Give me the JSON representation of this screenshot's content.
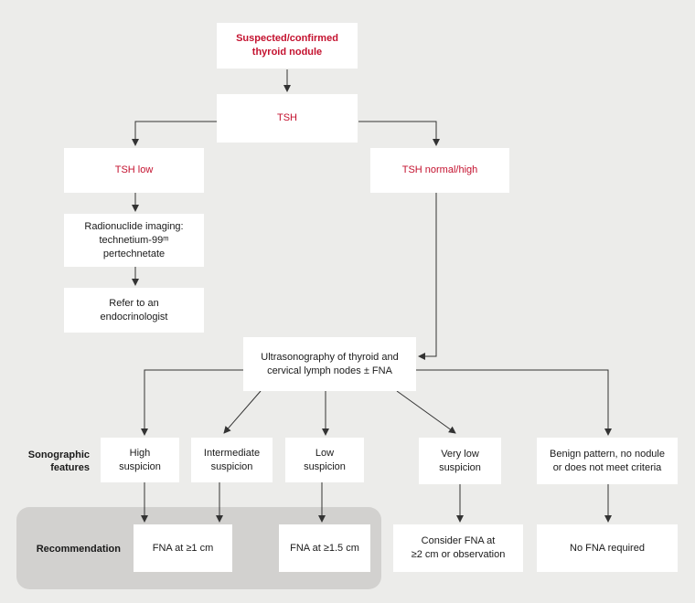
{
  "nodes": {
    "start": {
      "lines": [
        "Suspected/confirmed",
        "thyroid nodule"
      ]
    },
    "tsh": {
      "lines": [
        "TSH"
      ]
    },
    "tsh_low": {
      "lines": [
        "TSH low"
      ]
    },
    "tsh_normal_high": {
      "lines": [
        "TSH normal/high"
      ]
    },
    "radionuclide": {
      "lines": [
        "Radionuclide imaging:",
        "technetium-99ᵐ",
        "pertechnetate"
      ]
    },
    "refer": {
      "lines": [
        "Refer to an",
        "endocrinologist"
      ]
    },
    "ultrasonography": {
      "lines": [
        "Ultrasonography of thyroid and",
        "cervical lymph nodes ± FNA"
      ]
    },
    "high": {
      "lines": [
        "High",
        "suspicion"
      ]
    },
    "intermediate": {
      "lines": [
        "Intermediate",
        "suspicion"
      ]
    },
    "low": {
      "lines": [
        "Low",
        "suspicion"
      ]
    },
    "very_low": {
      "lines": [
        "Very low",
        "suspicion"
      ]
    },
    "benign": {
      "lines": [
        "Benign pattern, no nodule",
        "or does not meet criteria"
      ]
    },
    "fna1": {
      "lines": [
        "FNA at ≥1 cm"
      ]
    },
    "fna15": {
      "lines": [
        "FNA at ≥1.5 cm"
      ]
    },
    "consider": {
      "lines": [
        "Consider FNA at",
        "≥2 cm or observation"
      ]
    },
    "no_fna": {
      "lines": [
        "No FNA required"
      ]
    }
  },
  "labels": {
    "sonographic": [
      "Sonographic",
      "features"
    ],
    "recommendation": "Recommendation"
  },
  "colors": {
    "accent_red": "#c4122f",
    "background": "#ececea",
    "panel": "#d2d1cf",
    "box": "#ffffff",
    "line": "#333333"
  }
}
